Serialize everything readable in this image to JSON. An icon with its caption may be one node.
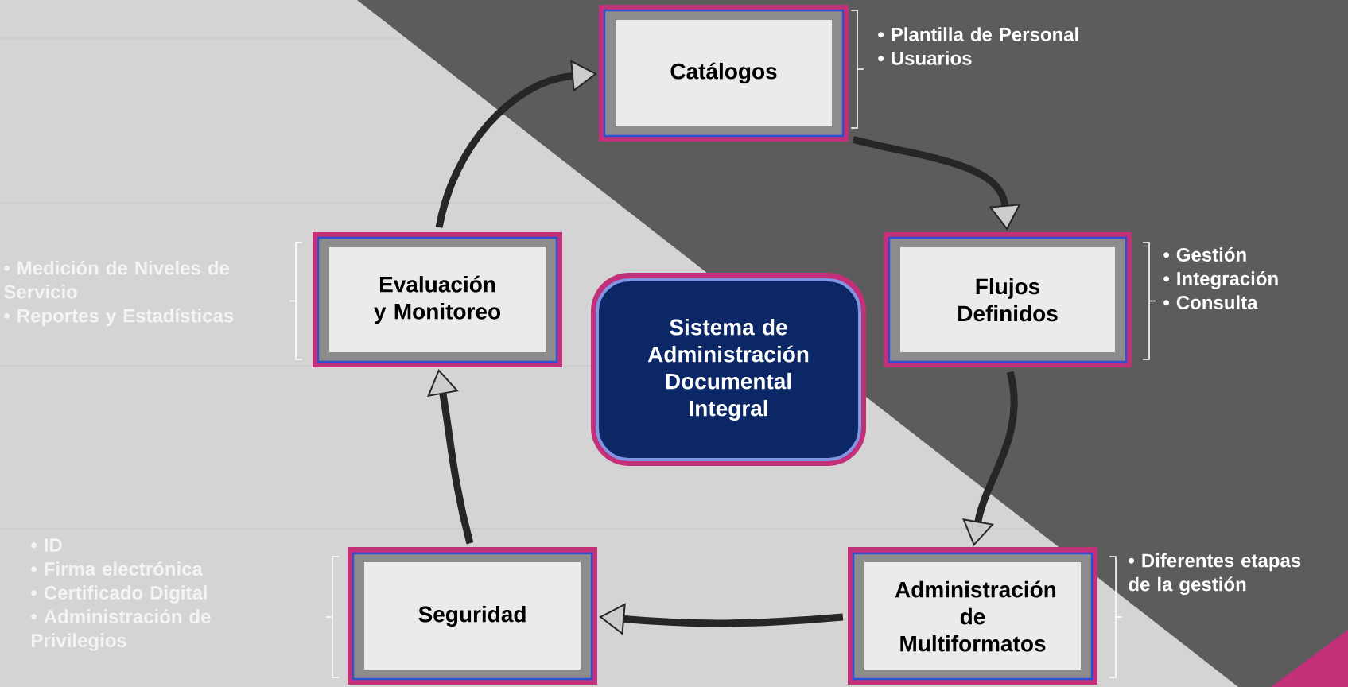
{
  "diagram": {
    "nodes": [
      {
        "text": [
          "Catálogos"
        ],
        "beside": [
          "• Plantilla de Personal",
          "• Usuarios"
        ]
      },
      {
        "text": [
          "Evaluación y Monitoreo"
        ],
        "beside": [
          "• Medición de Niveles de Servicio",
          "• Reportes y Estadísticas"
        ]
      },
      {
        "text": [
          "Sistema de Administración Documental Integral"
        ]
      },
      {
        "text": [
          "Flujos Definidos"
        ],
        "beside": [
          "• Gestión",
          "• Integración",
          "• Consulta"
        ]
      },
      {
        "text": [
          "Seguridad"
        ],
        "beside": [
          "• ID",
          "• Firma electrónica",
          "• Certificado Digital",
          "• Administración de Privilegios"
        ]
      },
      {
        "text": [
          "Administración de Multiformatos"
        ],
        "beside": [
          "• Diferentes etapas de la gestión"
        ]
      }
    ],
    "edges": [
      {
        "from": 0,
        "to": 3,
        "arrow": "to"
      },
      {
        "from": 3,
        "to": 5,
        "arrow": "to"
      },
      {
        "from": 5,
        "to": 4,
        "arrow": "to"
      },
      {
        "from": 4,
        "to": 1,
        "arrow": "to"
      },
      {
        "from": 1,
        "to": 0,
        "arrow": "to"
      }
    ]
  }
}
